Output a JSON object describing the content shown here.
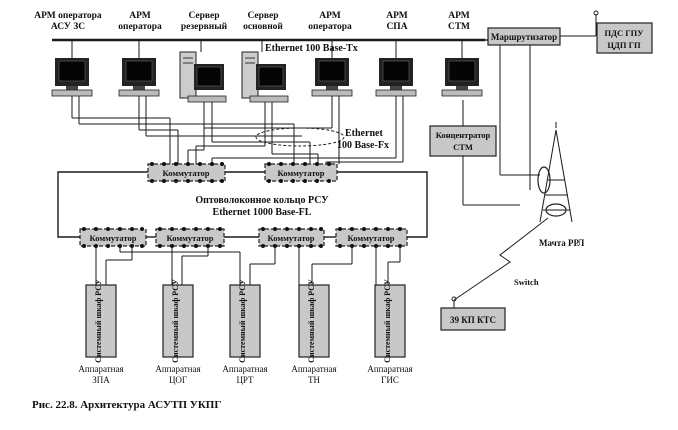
{
  "workstations": [
    {
      "line1": "АРМ оператора",
      "line2": "АСУ ЗС",
      "kind": "pc"
    },
    {
      "line1": "АРМ",
      "line2": "оператора",
      "kind": "pc"
    },
    {
      "line1": "Сервер",
      "line2": "резервный",
      "kind": "server"
    },
    {
      "line1": "Сервер",
      "line2": "основной",
      "kind": "server"
    },
    {
      "line1": "АРМ",
      "line2": "оператора",
      "kind": "pc"
    },
    {
      "line1": "АРМ",
      "line2": "СПА",
      "kind": "pc"
    },
    {
      "line1": "АРМ",
      "line2": "СТМ",
      "kind": "pc"
    }
  ],
  "ethernet_tx_label": "Ethernet 100 Base-Tx",
  "ethernet_fx_label": {
    "line1": "Ethernet",
    "line2": "100 Base-Fx"
  },
  "router_label": "Маршрутизатор",
  "pds_label": {
    "line1": "ПДС ГПУ",
    "line2": "ЦДП ГП"
  },
  "concentrator_label": {
    "line1": "Концентратор",
    "line2": "СТМ"
  },
  "switch_label": "Коммутатор",
  "ring_label": {
    "line1": "Оптоволоконное кольцо РСУ",
    "line2": "Ethernet 1000 Base-FL"
  },
  "mast_label": "Мачта РРЛ",
  "switch_word": "Switch",
  "kp_label": "39 КП КТС",
  "cabinets": [
    {
      "text": "Системный шкаф РСУ",
      "cap1": "Аппаратная",
      "cap2": "ЗПА"
    },
    {
      "text": "Системный шкаф РСУ",
      "cap1": "Аппаратная",
      "cap2": "ЦОГ"
    },
    {
      "text": "Системный шкаф РСУ",
      "cap1": "Аппаратная",
      "cap2": "ЦРТ"
    },
    {
      "text": "Системный шкаф РСУ",
      "cap1": "Аппаратная",
      "cap2": "ТН"
    },
    {
      "text": "Системный шкаф РСУ",
      "cap1": "Аппаратная",
      "cap2": "ГИС"
    }
  ],
  "caption": "Рис. 22.8. Архитектура АСУТП УКПГ",
  "colors": {
    "box_fill": "#c8c8c8",
    "line": "#1a1a1a",
    "screen": "#111111"
  }
}
